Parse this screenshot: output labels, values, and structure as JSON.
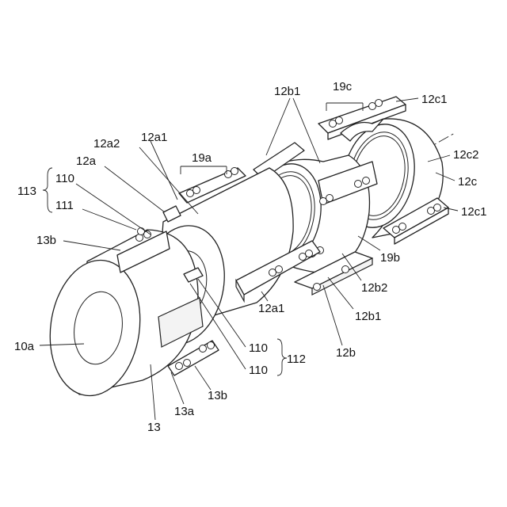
{
  "labels": {
    "l_19c": "19c",
    "l_12b1_top": "12b1",
    "l_12c1_top": "12c1",
    "l_12c2": "12c2",
    "l_12c": "12c",
    "l_12c1_bottom": "12c1",
    "l_12a2": "12a2",
    "l_12a1_top": "12a1",
    "l_19a": "19a",
    "l_12a": "12a",
    "l_113": "113",
    "l_110_top": "110",
    "l_111": "111",
    "l_13b_top": "13b",
    "l_10a": "10a",
    "l_19b": "19b",
    "l_12b2": "12b2",
    "l_12b1_bottom": "12b1",
    "l_12a1_bottom": "12a1",
    "l_110_mid": "110",
    "l_110_low": "110",
    "l_112": "112",
    "l_12b": "12b",
    "l_13b_bottom": "13b",
    "l_13a": "13a",
    "l_13": "13"
  }
}
